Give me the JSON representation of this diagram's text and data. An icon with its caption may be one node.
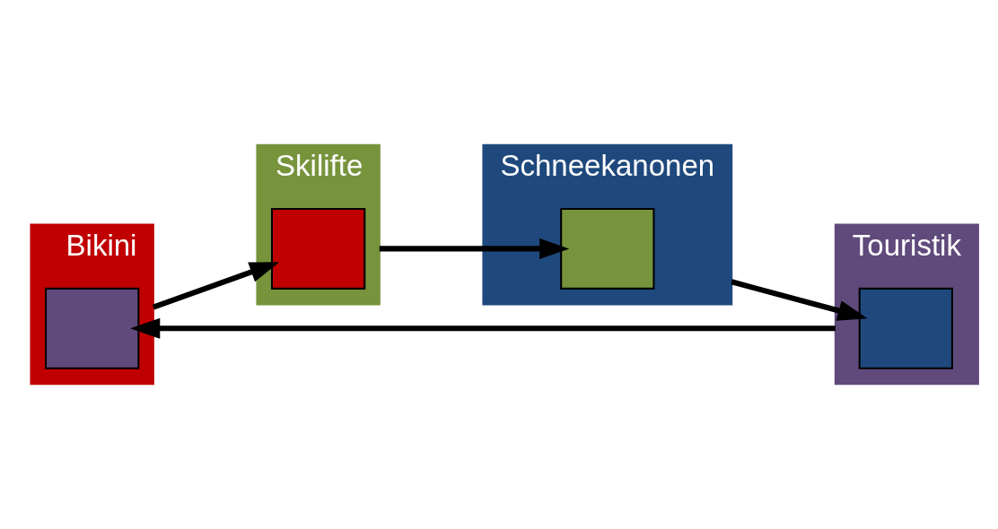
{
  "diagram": {
    "nodes": [
      {
        "text": [
          "Bikini"
        ]
      },
      {
        "text": [],
        "shape": "box",
        "in": 0
      },
      {
        "text": [
          "Skilifte"
        ]
      },
      {
        "text": [],
        "shape": "box",
        "in": 2
      },
      {
        "text": [
          "Touristik"
        ]
      },
      {
        "text": [],
        "shape": "box",
        "in": 4
      },
      {
        "text": [
          "Schneekanonen"
        ]
      },
      {
        "text": [],
        "shape": "box",
        "in": 6
      }
    ],
    "edges": [
      {
        "from": 0,
        "to": 3,
        "arrow": "to"
      },
      {
        "from": 2,
        "to": 7,
        "arrow": "to"
      },
      {
        "from": 6,
        "to": 5,
        "arrow": "to"
      },
      {
        "from": 4,
        "to": 1,
        "arrow": "to"
      }
    ]
  }
}
